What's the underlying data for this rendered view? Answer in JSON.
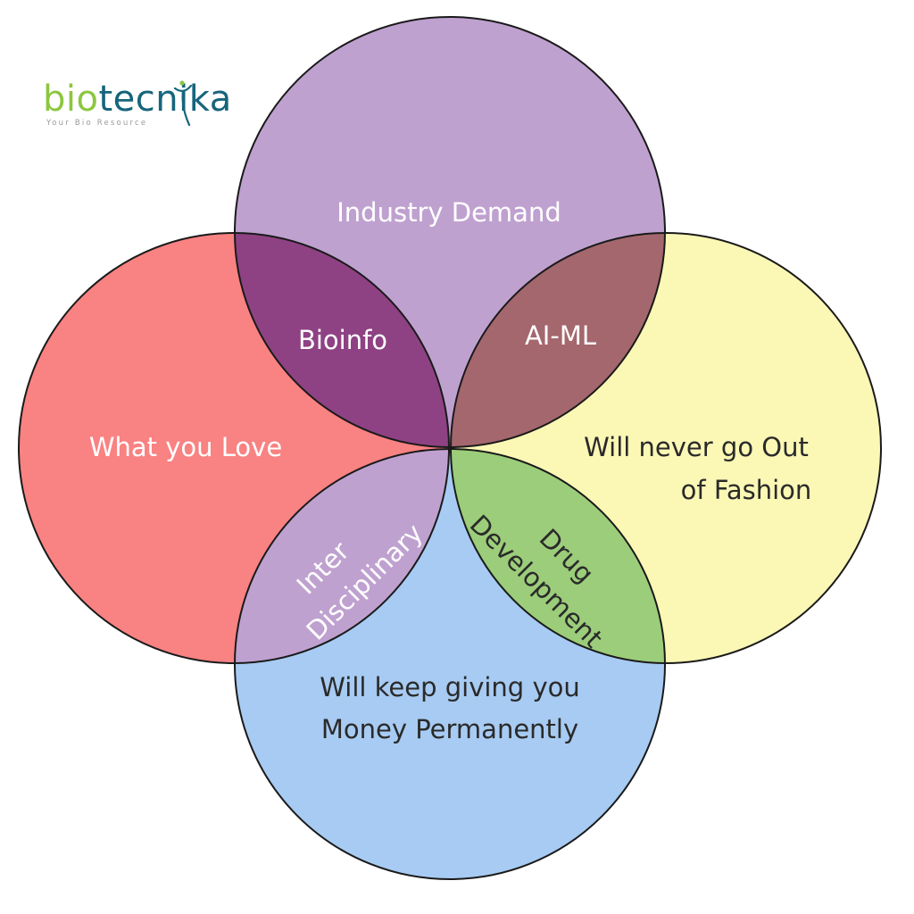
{
  "logo": {
    "part1": "bio",
    "part2": "tecni",
    "part3": "ka",
    "tagline": "Your Bio Resource",
    "colors": {
      "bio": "#8cc63f",
      "tecnika": "#16657c",
      "tagline": "#9a9a9a"
    }
  },
  "circles": {
    "top": {
      "label": "Industry Demand",
      "color": "#bfa1d0",
      "text_color": "#ffffff"
    },
    "left": {
      "label": "What you Love",
      "color": "#f98282",
      "text_color": "#ffffff"
    },
    "right": {
      "label_line1": "Will never go Out",
      "label_line2": "of Fashion",
      "color": "#fbf7b5",
      "text_color": "#2a2a2a"
    },
    "bottom": {
      "label_line1": "Will keep giving you",
      "label_line2": "Money Permanently",
      "color": "#a7cbf2",
      "text_color": "#2a2a2a"
    }
  },
  "overlaps": {
    "top_left": {
      "label": "Bioinfo",
      "color": "#8e4283",
      "text_color": "#ffffff"
    },
    "top_right": {
      "label": "AI-ML",
      "color": "#a4676e",
      "text_color": "#ffffff"
    },
    "bottom_left": {
      "label_line1": "Inter",
      "label_line2": "Disciplinary",
      "color": "#bfa1d0",
      "text_color": "#ffffff"
    },
    "bottom_right": {
      "label_line1": "Drug",
      "label_line2": "Development",
      "color": "#9ccd7a",
      "text_color": "#2a2a2a"
    }
  },
  "outline_color": "#1a1a1a"
}
